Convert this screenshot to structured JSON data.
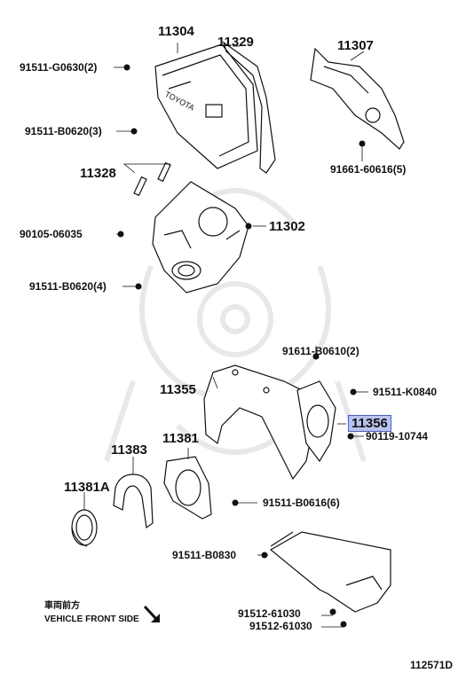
{
  "diagram_id": "112571D",
  "direction_note": {
    "jp": "車両前方",
    "en": "VEHICLE FRONT SIDE"
  },
  "highlight_color": "#b9c3ef",
  "labels": {
    "p11304": "11304",
    "p11329": "11329",
    "p11307": "11307",
    "b91511_G0630": "91511-G0630(2)",
    "b91511_B0620_3": "91511-B0620(3)",
    "b91661_60616": "91661-60616(5)",
    "p11328": "11328",
    "b90105_06035": "90105-06035",
    "p11302": "11302",
    "b91511_B0620_4": "91511-B0620(4)",
    "b91611_B0610": "91611-B0610(2)",
    "p11355": "11355",
    "b91511_K0840": "91511-K0840",
    "p11356": "11356",
    "b90119_10744": "90119-10744",
    "p11383": "11383",
    "p11381": "11381",
    "p11381A": "11381A",
    "b91511_B0616": "91511-B0616(6)",
    "b91511_B0830": "91511-B0830",
    "b91512_61030_a": "91512-61030",
    "b91512_61030_b": "91512-61030"
  }
}
